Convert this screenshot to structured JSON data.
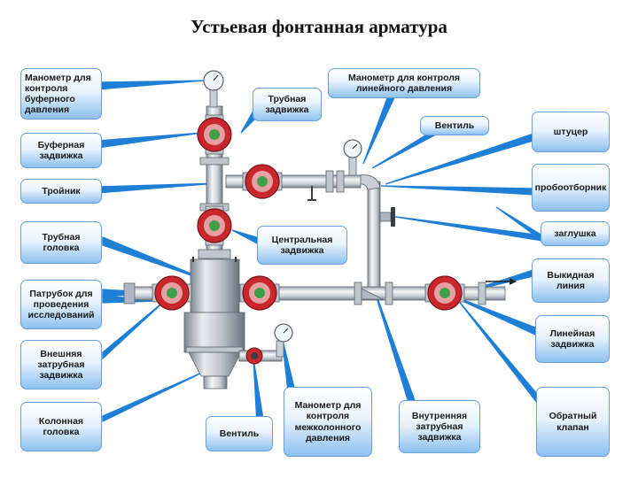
{
  "title": "Устьевая фонтанная арматура",
  "labels": {
    "manometer_buffer": "Манометр для\nконтроля\nбуферного\nдавления",
    "tube_valve_top": "Трубная\nзадвижка",
    "manometer_line": "Манометр для контроля\nлинейного давления",
    "ventil_top": "Вентиль",
    "shtutser": "штуцер",
    "buffer_valve": "Буферная\nзадвижка",
    "troynik": "Тройник",
    "probootbornik": "пробоотборник",
    "tube_head": "Трубная\nголовка",
    "central_valve": "Центральная\nзадвижка",
    "zaglushka": "заглушка",
    "vykidnaya": "Выкидная\nлиния",
    "patrubok": "Патрубок для\nпроведения\nисследований",
    "line_valve": "Линейная\nзадвижка",
    "outer_annulus_valve": "Внешняя\nзатрубная\nзадвижка",
    "column_head": "Колонная\nголовка",
    "ventil_bottom": "Вентиль",
    "manometer_intercolumn": "Манометр для\nконтроля\nмежколонного\nдавления",
    "inner_annulus_valve": "Внутренняя\nзатрубная\nзадвижка",
    "check_valve": "Обратный\nклапан"
  },
  "colors": {
    "callout_border": "#6aa0d8",
    "leader": "#1f7fd6",
    "pipe": "#d7dce3",
    "pipe_edge": "#5b6470",
    "valve_red": "#c8282d",
    "valve_green": "#3e9e4a"
  }
}
